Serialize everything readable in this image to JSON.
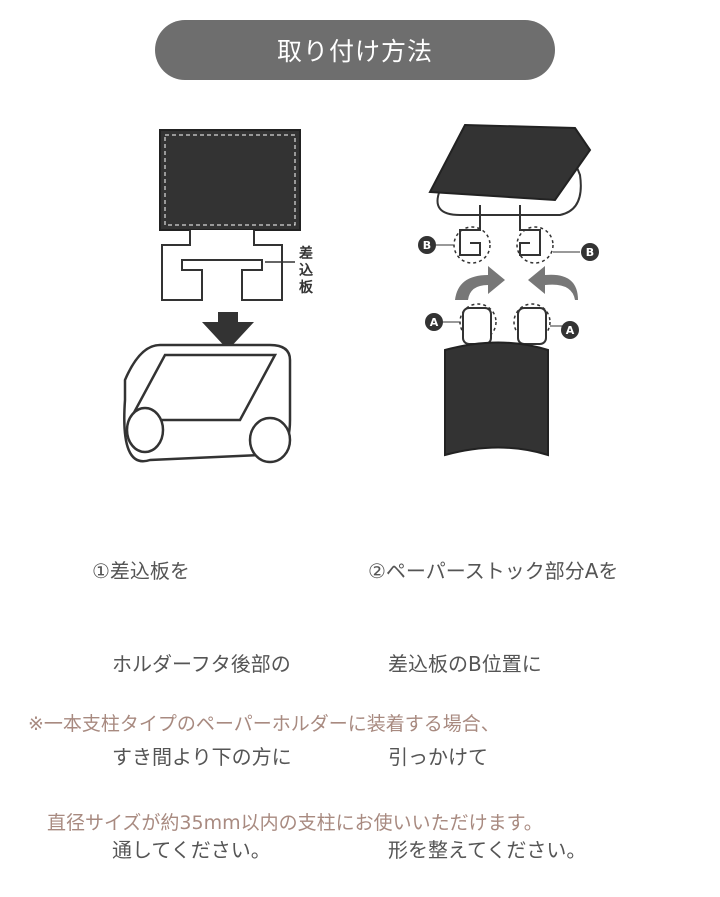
{
  "title": "取り付け方法",
  "diagram": {
    "insert_plate_label": "差込板",
    "point_a": "A",
    "point_b": "B"
  },
  "steps": [
    {
      "lines": [
        "①差込板を",
        "　ホルダーフタ後部の",
        "　すき間より下の方に",
        "　通してください。"
      ]
    },
    {
      "lines": [
        "②ペーパーストック部分Aを",
        "　差込板のB位置に",
        "　引っかけて",
        "　形を整えてください。"
      ]
    }
  ],
  "note": {
    "lines": [
      "※一本支柱タイプのペーパーホルダーに装着する場合、",
      "　直径サイズが約35mm以内の支柱にお使いいただけます。"
    ]
  },
  "colors": {
    "title_bg": "#6e6e6e",
    "note_text": "#a88a80",
    "cover": "#333333",
    "arrow": "#777777"
  }
}
